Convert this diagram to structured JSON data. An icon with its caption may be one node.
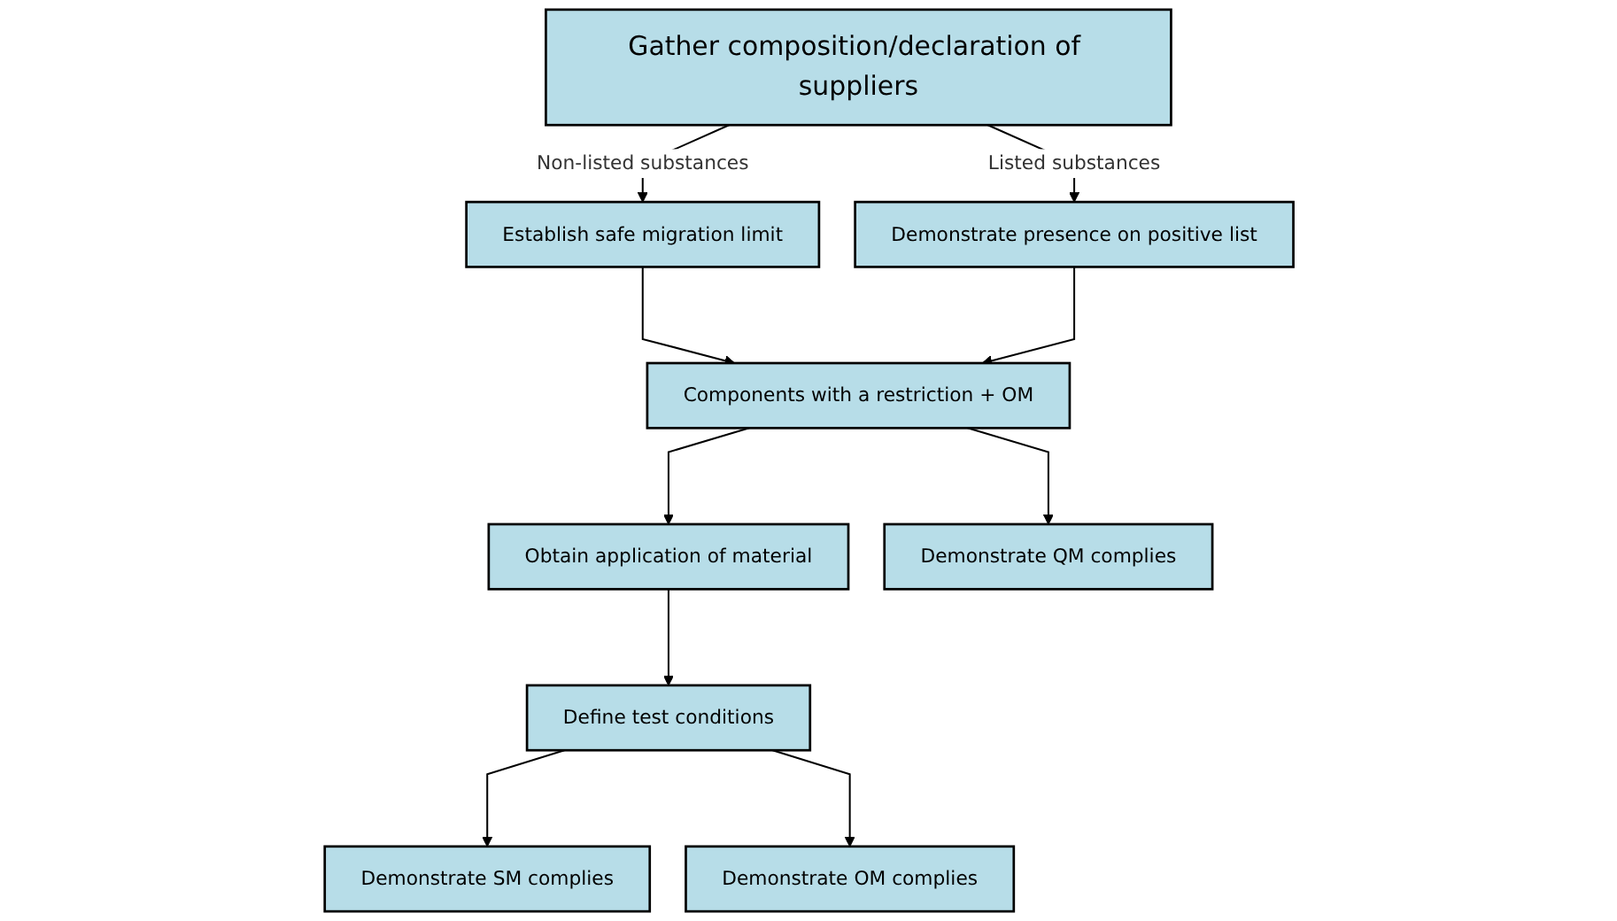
{
  "diagram": {
    "nodes": [
      {
        "text": [
          "Gather composition/declaration of suppliers"
        ]
      },
      {
        "text": [
          "Establish safe migration limit"
        ]
      },
      {
        "text": [
          "Demonstrate presence on positive list"
        ]
      },
      {
        "text": [
          "Components with a restriction + OM"
        ]
      },
      {
        "text": [
          "Obtain application of material"
        ]
      },
      {
        "text": [
          "Define test conditions"
        ]
      },
      {
        "text": [
          "Demonstrate QM complies"
        ]
      },
      {
        "text": [
          "Demonstrate SM complies"
        ]
      },
      {
        "text": [
          "Demonstrate OM complies"
        ]
      }
    ],
    "edges": [
      {
        "from": 0,
        "to": 1,
        "arrow": "to",
        "label": "Non-listed substances"
      },
      {
        "from": 0,
        "to": 2,
        "arrow": "to",
        "label": "Listed substances"
      },
      {
        "from": 1,
        "to": 3,
        "arrow": "to"
      },
      {
        "from": 2,
        "to": 3,
        "arrow": "to"
      },
      {
        "from": 3,
        "to": 6,
        "arrow": "to"
      },
      {
        "from": 3,
        "to": 4,
        "arrow": "to"
      },
      {
        "from": 4,
        "to": 5,
        "arrow": "to"
      },
      {
        "from": 5,
        "to": 7,
        "arrow": "to"
      },
      {
        "from": 5,
        "to": 8,
        "arrow": "to"
      }
    ]
  }
}
